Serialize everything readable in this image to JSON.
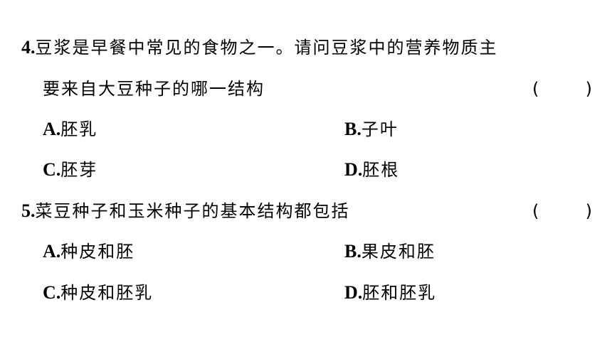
{
  "questions": [
    {
      "number": "4.",
      "stem_line1": "豆浆是早餐中常见的食物之一。请问豆浆中的营养物质主",
      "stem_line2": "要来自大豆种子的哪一结构",
      "bracket_open": "(",
      "bracket_close": ")",
      "options": [
        {
          "letter": "A.",
          "text": "胚乳"
        },
        {
          "letter": "B.",
          "text": "子叶"
        },
        {
          "letter": "C.",
          "text": "胚芽"
        },
        {
          "letter": "D.",
          "text": "胚根"
        }
      ]
    },
    {
      "number": "5.",
      "stem_line1": "菜豆种子和玉米种子的基本结构都包括",
      "bracket_open": "(",
      "bracket_close": ")",
      "options": [
        {
          "letter": "A.",
          "text": "种皮和胚"
        },
        {
          "letter": "B.",
          "text": "果皮和胚"
        },
        {
          "letter": "C.",
          "text": "种皮和胚乳"
        },
        {
          "letter": "D.",
          "text": "胚和胚乳"
        }
      ]
    }
  ]
}
